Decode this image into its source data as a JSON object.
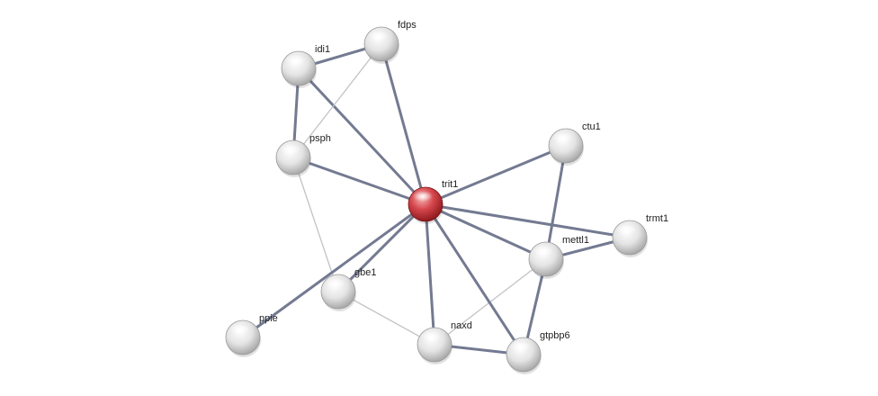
{
  "network": {
    "query_protein": "trit1",
    "nodes": [
      {
        "id": "trit1",
        "label": "trit1",
        "query": true
      },
      {
        "id": "fdps",
        "label": "fdps"
      },
      {
        "id": "idi1",
        "label": "idi1"
      },
      {
        "id": "psph",
        "label": "psph"
      },
      {
        "id": "ctu1",
        "label": "ctu1"
      },
      {
        "id": "trmt1",
        "label": "trmt1"
      },
      {
        "id": "mettl1",
        "label": "mettl1"
      },
      {
        "id": "gbe1",
        "label": "gbe1"
      },
      {
        "id": "ppie",
        "label": "ppie"
      },
      {
        "id": "naxd",
        "label": "naxd"
      },
      {
        "id": "gtpbp6",
        "label": "gtpbp6"
      }
    ],
    "edges": [
      {
        "source": "idi1",
        "target": "fdps",
        "strength": "strong"
      },
      {
        "source": "idi1",
        "target": "psph",
        "strength": "strong"
      },
      {
        "source": "idi1",
        "target": "trit1",
        "strength": "strong"
      },
      {
        "source": "fdps",
        "target": "psph",
        "strength": "weak"
      },
      {
        "source": "fdps",
        "target": "trit1",
        "strength": "strong"
      },
      {
        "source": "psph",
        "target": "trit1",
        "strength": "strong"
      },
      {
        "source": "psph",
        "target": "gbe1",
        "strength": "weak"
      },
      {
        "source": "ctu1",
        "target": "trit1",
        "strength": "strong"
      },
      {
        "source": "ctu1",
        "target": "mettl1",
        "strength": "strong"
      },
      {
        "source": "trmt1",
        "target": "trit1",
        "strength": "strong"
      },
      {
        "source": "trmt1",
        "target": "mettl1",
        "strength": "strong"
      },
      {
        "source": "mettl1",
        "target": "trit1",
        "strength": "strong"
      },
      {
        "source": "mettl1",
        "target": "naxd",
        "strength": "weak"
      },
      {
        "source": "mettl1",
        "target": "gtpbp6",
        "strength": "strong"
      },
      {
        "source": "gbe1",
        "target": "trit1",
        "strength": "strong"
      },
      {
        "source": "gbe1",
        "target": "naxd",
        "strength": "weak"
      },
      {
        "source": "ppie",
        "target": "trit1",
        "strength": "strong"
      },
      {
        "source": "naxd",
        "target": "trit1",
        "strength": "strong"
      },
      {
        "source": "naxd",
        "target": "gtpbp6",
        "strength": "strong"
      },
      {
        "source": "gtpbp6",
        "target": "trit1",
        "strength": "strong"
      }
    ]
  },
  "colors": {
    "strong_edge": "#737a91",
    "weak_edge": "#c2c2c8",
    "query_node": "#d5454b",
    "other_node": "#dcdcdc",
    "label_text": "#222222"
  }
}
